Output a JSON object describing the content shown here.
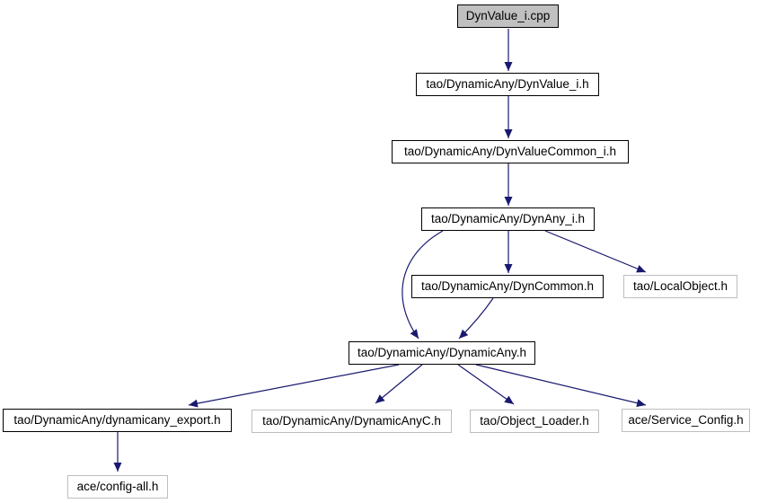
{
  "diagram": {
    "kind": "include-dependency-graph",
    "root_file": "DynValue_i.cpp",
    "colors": {
      "edge": "#191970",
      "node_border": "#000000",
      "leaf_node_border": "#bebebe",
      "root_node_fill": "#c0c0c0",
      "background": "#ffffff",
      "text": "#000000"
    },
    "nodes": {
      "dynvalue_i_cpp": {
        "label": "DynValue_i.cpp"
      },
      "dynvalue_i_h": {
        "label": "tao/DynamicAny/DynValue_i.h"
      },
      "dynvaluecommon_i_h": {
        "label": "tao/DynamicAny/DynValueCommon_i.h"
      },
      "dynany_i_h": {
        "label": "tao/DynamicAny/DynAny_i.h"
      },
      "dyncommon_h": {
        "label": "tao/DynamicAny/DynCommon.h"
      },
      "localobject_h": {
        "label": "tao/LocalObject.h"
      },
      "dynamicany_h": {
        "label": "tao/DynamicAny/DynamicAny.h"
      },
      "dynamicany_export_h": {
        "label": "tao/DynamicAny/dynamicany_export.h"
      },
      "dynamicanyc_h": {
        "label": "tao/DynamicAny/DynamicAnyC.h"
      },
      "object_loader_h": {
        "label": "tao/Object_Loader.h"
      },
      "service_config_h": {
        "label": "ace/Service_Config.h"
      },
      "config_all_h": {
        "label": "ace/config-all.h"
      }
    },
    "edges": [
      {
        "from": "DynValue_i.cpp",
        "to": "tao/DynamicAny/DynValue_i.h"
      },
      {
        "from": "tao/DynamicAny/DynValue_i.h",
        "to": "tao/DynamicAny/DynValueCommon_i.h"
      },
      {
        "from": "tao/DynamicAny/DynValueCommon_i.h",
        "to": "tao/DynamicAny/DynAny_i.h"
      },
      {
        "from": "tao/DynamicAny/DynAny_i.h",
        "to": "tao/DynamicAny/DynCommon.h"
      },
      {
        "from": "tao/DynamicAny/DynAny_i.h",
        "to": "tao/LocalObject.h"
      },
      {
        "from": "tao/DynamicAny/DynAny_i.h",
        "to": "tao/DynamicAny/DynamicAny.h"
      },
      {
        "from": "tao/DynamicAny/DynCommon.h",
        "to": "tao/DynamicAny/DynamicAny.h"
      },
      {
        "from": "tao/DynamicAny/DynamicAny.h",
        "to": "tao/DynamicAny/dynamicany_export.h"
      },
      {
        "from": "tao/DynamicAny/DynamicAny.h",
        "to": "tao/DynamicAny/DynamicAnyC.h"
      },
      {
        "from": "tao/DynamicAny/DynamicAny.h",
        "to": "tao/Object_Loader.h"
      },
      {
        "from": "tao/DynamicAny/DynamicAny.h",
        "to": "ace/Service_Config.h"
      },
      {
        "from": "tao/DynamicAny/dynamicany_export.h",
        "to": "ace/config-all.h"
      }
    ]
  }
}
